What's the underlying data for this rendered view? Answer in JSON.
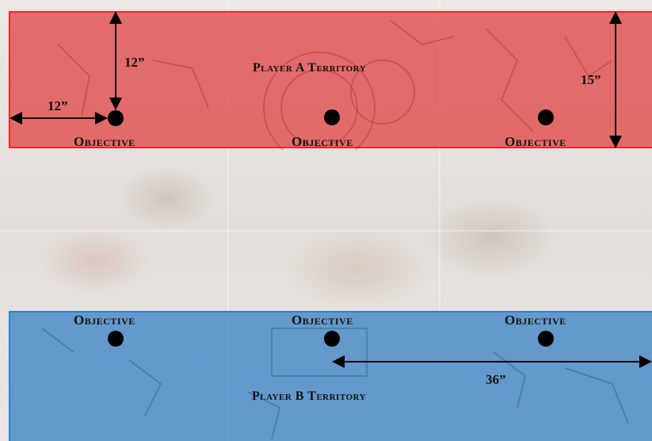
{
  "board": {
    "player_a_territory": "Player A Territory",
    "player_b_territory": "Player B Territory",
    "objective_label": "Objective",
    "objectives": [
      {
        "label": "Objective",
        "zone": "A"
      },
      {
        "label": "Objective",
        "zone": "A"
      },
      {
        "label": "Objective",
        "zone": "A"
      },
      {
        "label": "Objective",
        "zone": "B"
      },
      {
        "label": "Objective",
        "zone": "B"
      },
      {
        "label": "Objective",
        "zone": "B"
      }
    ],
    "measurements": {
      "vertical_objective_distance": "12”",
      "horizontal_objective_distance": "12”",
      "territory_depth": "15”",
      "objective_spacing": "36”"
    },
    "colors": {
      "player_a": "#e15050",
      "player_a_border": "#ff2020",
      "player_b": "#4b8cc8",
      "player_b_border": "#2e7fd0",
      "objective_marker": "#000000"
    }
  }
}
